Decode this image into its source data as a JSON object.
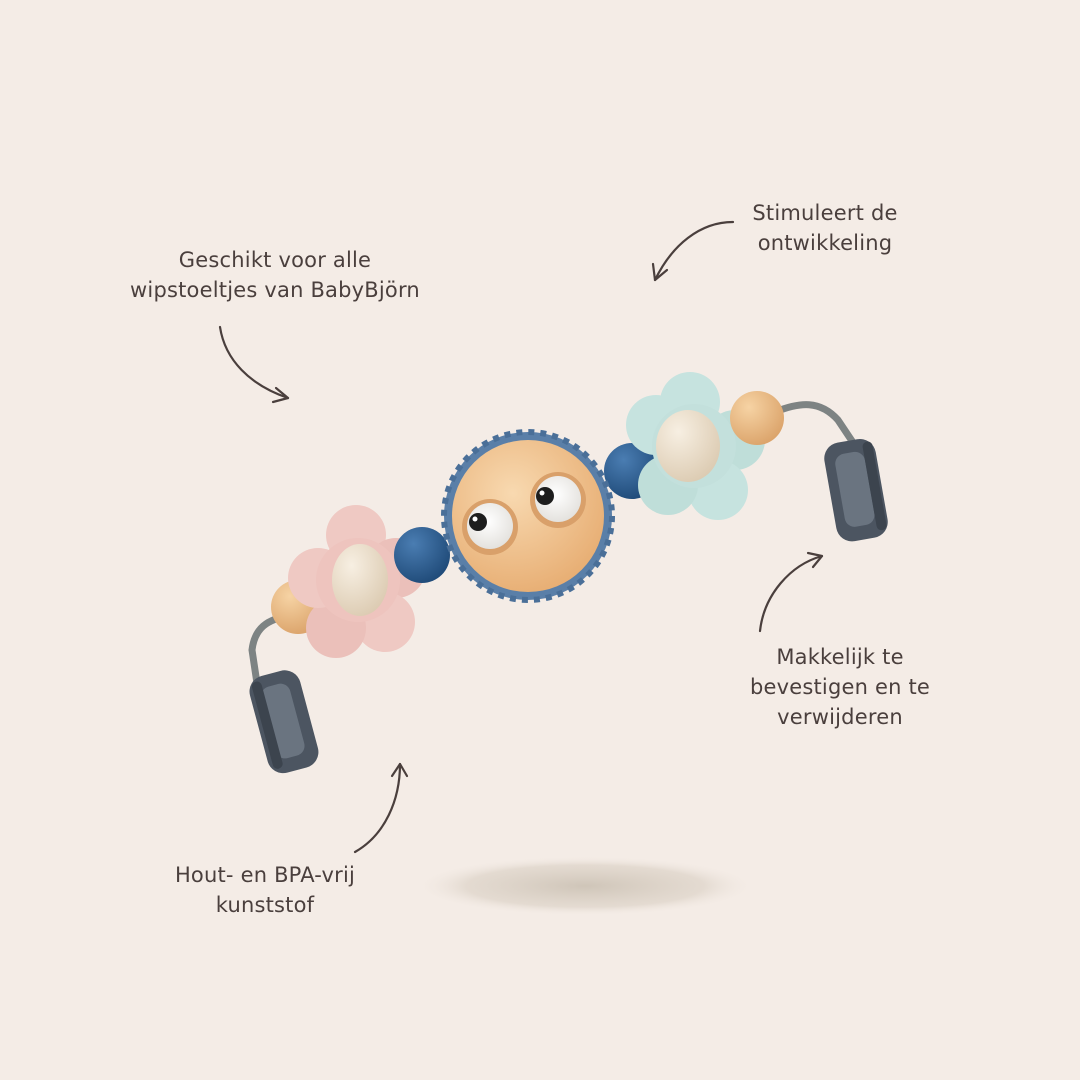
{
  "colors": {
    "background": "#f4ece6",
    "text": "#4a3f3d",
    "arrow": "#4a3f3d",
    "wood": "#f2c490",
    "blue_bead": "#2d5d8f",
    "pink_flower": "#efc9c3",
    "mint_flower": "#c6e3df",
    "clip": "#4c5561",
    "wire": "#7d8383",
    "blue_rim": "#5a7fa8"
  },
  "icons": {
    "arrow": "curved-arrow-icon",
    "product": "baby-bouncer-toy-bar"
  },
  "callouts": {
    "compatible": {
      "lines": [
        "Geschikt voor alle",
        "wipstoeltjes van BabyBjörn"
      ]
    },
    "development": {
      "lines": [
        "Stimuleert de",
        "ontwikkeling"
      ]
    },
    "attach": {
      "lines": [
        "Makkelijk te",
        "bevestigen en te",
        "verwijderen"
      ]
    },
    "material": {
      "lines": [
        "Hout- en BPA-vrij",
        "kunststof"
      ]
    }
  }
}
